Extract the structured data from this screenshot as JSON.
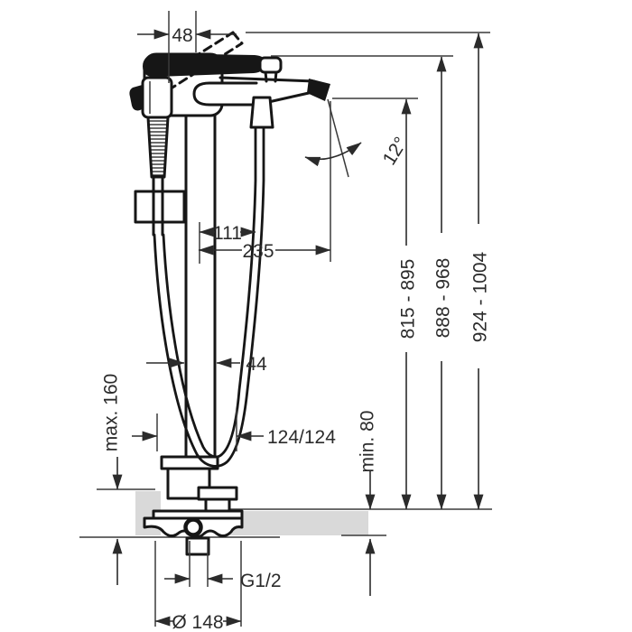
{
  "drawing": {
    "type": "faucet-installation-dimension-diagram",
    "background": "#ffffff",
    "line_color": "#161616",
    "floor_color": "#d9d9d9",
    "dimensions": {
      "handle_offset": "48",
      "spout_angle": "12°",
      "shower_to_riser": "111",
      "spout_reach": "235",
      "column_width": "44",
      "height_spout": "815 - 895",
      "height_handle": "888 - 968",
      "height_total": "924 - 1004",
      "floor_buildup_max": "max. 160",
      "floor_buildup_min": "min. 80",
      "inlet_spacing": "124/124",
      "connection_thread": "G1/2",
      "base_diameter": "Ø 148"
    }
  }
}
